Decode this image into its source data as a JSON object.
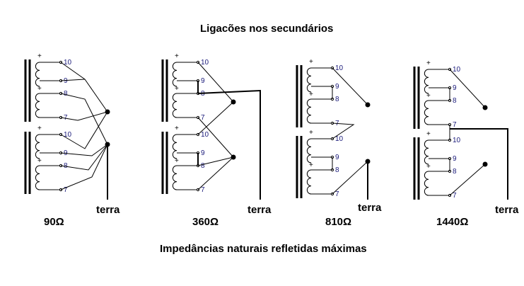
{
  "header": {
    "title": "Ligacões nos secundários"
  },
  "footer": {
    "caption": "Impedâncias naturais refletidas máximas"
  },
  "colors": {
    "line": "#000000",
    "number": "#1a1a7a"
  },
  "diagrams": [
    {
      "impedance": "90Ω",
      "ground_label": "terra",
      "tap_labels": [
        "10",
        "9",
        "8",
        "7",
        "10",
        "9",
        "8",
        "7"
      ]
    },
    {
      "impedance": "360Ω",
      "ground_label": "terra",
      "tap_labels": [
        "10",
        "9",
        "8",
        "7",
        "10",
        "9",
        "8",
        "7"
      ]
    },
    {
      "impedance": "810Ω",
      "ground_label": "terra",
      "tap_labels": [
        "10",
        "9",
        "8",
        "7",
        "10",
        "9",
        "8",
        "7"
      ]
    },
    {
      "impedance": "1440Ω",
      "ground_label": "terra",
      "tap_labels": [
        "10",
        "9",
        "8",
        "7",
        "10",
        "9",
        "8",
        "7"
      ]
    }
  ]
}
